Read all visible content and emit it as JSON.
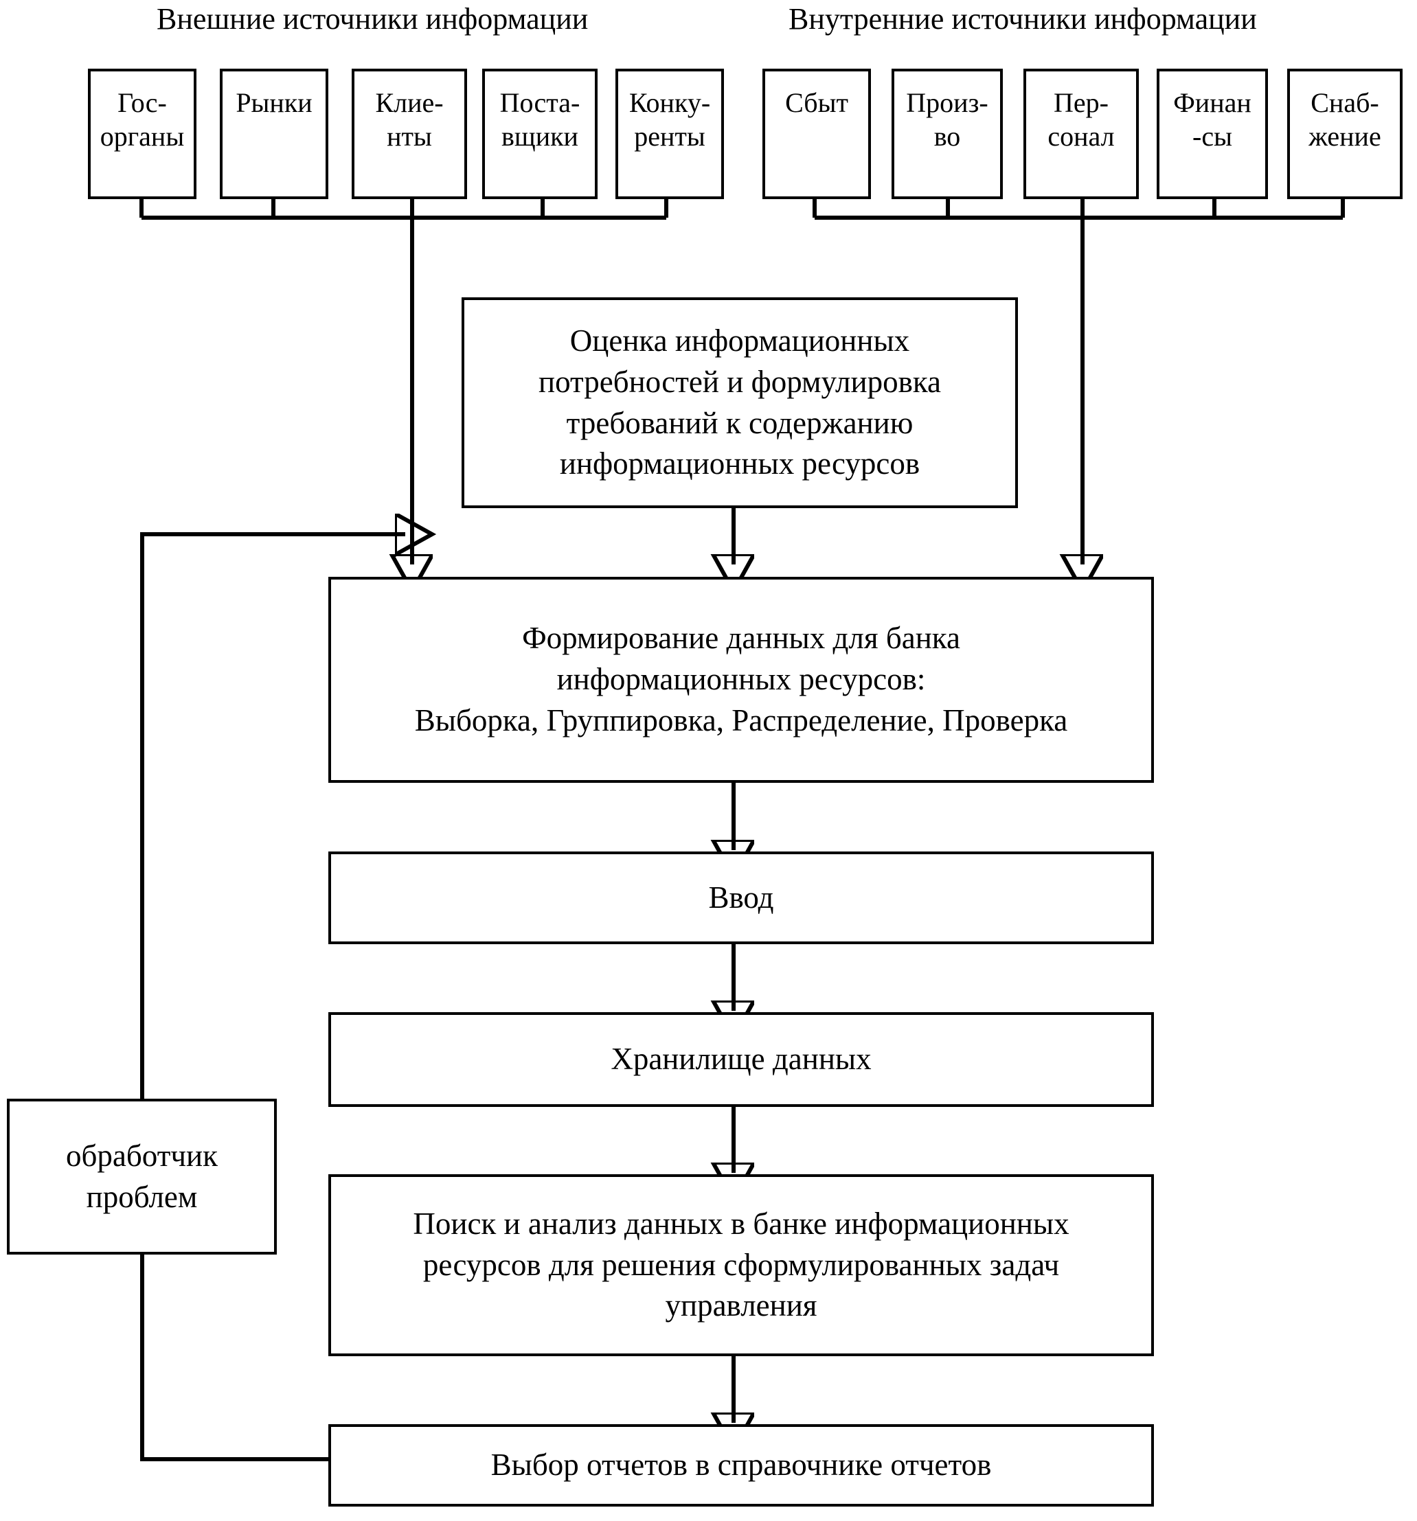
{
  "diagram": {
    "title_external": "Внешние источники информации",
    "title_internal": "Внутренние источники информации",
    "external_sources": [
      {
        "id": "gos-organy",
        "line1": "Гос-",
        "line2": "органы"
      },
      {
        "id": "rynki",
        "line1": "Рынки",
        "line2": ""
      },
      {
        "id": "klienty",
        "line1": "Клие-",
        "line2": "нты"
      },
      {
        "id": "postavshiki",
        "line1": "Поста-",
        "line2": "вщики"
      },
      {
        "id": "konkurenty",
        "line1": "Конку-",
        "line2": "ренты"
      }
    ],
    "internal_sources": [
      {
        "id": "sbyt",
        "line1": "Сбыт",
        "line2": ""
      },
      {
        "id": "proizvo",
        "line1": "Произ-",
        "line2": "во"
      },
      {
        "id": "personal",
        "line1": "Пер-",
        "line2": "сонал"
      },
      {
        "id": "finansy",
        "line1": "Финан",
        "line2": "-сы"
      },
      {
        "id": "snabzhenie",
        "line1": "Снаб-",
        "line2": "жение"
      }
    ],
    "process_boxes": {
      "assessment": "Оценка информационных\nпотребностей и формулировка\nтребований к содержанию\nинформационных ресурсов",
      "formation": "Формирование данных для банка\nинформационных ресурсов:\nВыборка, Группировка, Распределение, Проверка",
      "input": "Ввод",
      "storage": "Хранилище данных",
      "search": "Поиск и анализ данных в банке информационных\nресурсов для решения сформулированных задач\nуправления",
      "reports": "Выбор отчетов в справочнике отчетов",
      "handler": "обработчик\nпроблем"
    },
    "colors": {
      "line": "#000000",
      "fill": "#ffffff"
    }
  }
}
